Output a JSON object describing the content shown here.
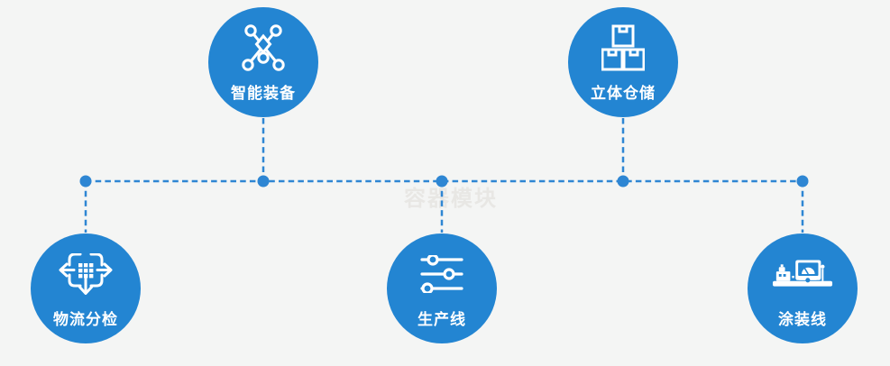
{
  "colors": {
    "background": "#f4f5f4",
    "accent": "#2385d2",
    "line": "#2e86d3",
    "icon": "#ffffff",
    "watermark-color": "#e8e7e4"
  },
  "watermark": {
    "text": "容器模块"
  },
  "nodes": [
    {
      "id": "smart-equipment",
      "label": "智能装备",
      "icon": "network-nodes-icon",
      "position": "top-left"
    },
    {
      "id": "stereo-warehouse",
      "label": "立体仓储",
      "icon": "stacked-boxes-icon",
      "position": "top-right"
    },
    {
      "id": "logistics-sorting",
      "label": "物流分检",
      "icon": "sorting-arrows-icon",
      "position": "bottom-left"
    },
    {
      "id": "production-line",
      "label": "生产线",
      "icon": "sliders-icon",
      "position": "bottom-center"
    },
    {
      "id": "coating-line",
      "label": "涂装线",
      "icon": "machine-gauge-icon",
      "position": "bottom-right"
    }
  ]
}
